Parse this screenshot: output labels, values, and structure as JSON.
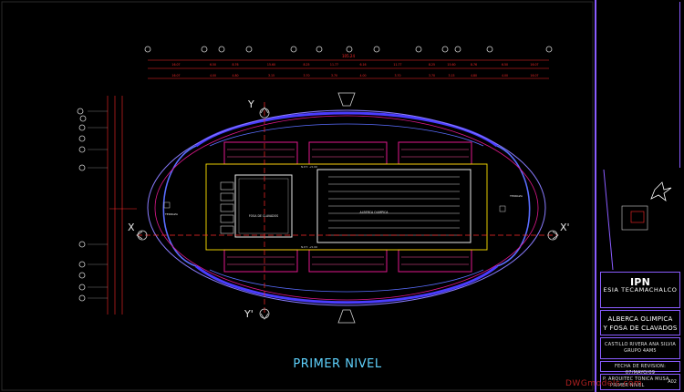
{
  "plan": {
    "title": "PRIMER NIVEL",
    "axes": {
      "y_top": "Y",
      "y_bottom": "Y'",
      "x_left": "X",
      "x_right": "X'"
    },
    "total_dimension": "105.24",
    "top_dims_row1": [
      "16.07",
      "6.50",
      "8.76",
      "15.60",
      "8.25",
      "11.77",
      "6.16",
      "11.77",
      "8.25",
      "15.60",
      "8.76",
      "6.50",
      "16.07"
    ],
    "top_dims_row2": [
      "16.07",
      "4.00",
      "4.80",
      "3.15",
      "3.70",
      "3.70",
      "4.00",
      "3.70",
      "3.70",
      "3.15",
      "4.80",
      "4.00",
      "16.07"
    ],
    "room_labels": {
      "pool": "ALBERCA OLIMPICA",
      "diving": "FOSA DE CLAVADOS",
      "left_terrace": "TERRAZA",
      "right_terrace": "TERRAZA",
      "level_a": "N.P.T. +5.00",
      "level_b": "N.P.T. +5.00"
    }
  },
  "titleblock": {
    "institution": "IPN",
    "school": "ESIA   TECAMACHALCO",
    "project_line1": "ALBERCA OLIMPICA",
    "project_line2": "Y FOSA DE CLAVADOS",
    "author": "CASTILLO RIVERA ANA SILVIA",
    "group": "GRUPO 4AM5",
    "revision": "FECHA DE REVISION: 07/MAYO/09",
    "advisor": "P. ARQUITEC TONICA MUSA",
    "sheet_name": "PRIMER NIVEL",
    "sheet_code": "A02"
  },
  "watermark": "DWGmodels.com",
  "colors": {
    "outer_ellipse": "#4a3cff",
    "stands": "#e0188c",
    "cyan": "#33d6ff",
    "yellow": "#ffe400",
    "red_dim": "#ff2a2a",
    "frame": "#8a5cff",
    "white": "#e8e8e8"
  }
}
